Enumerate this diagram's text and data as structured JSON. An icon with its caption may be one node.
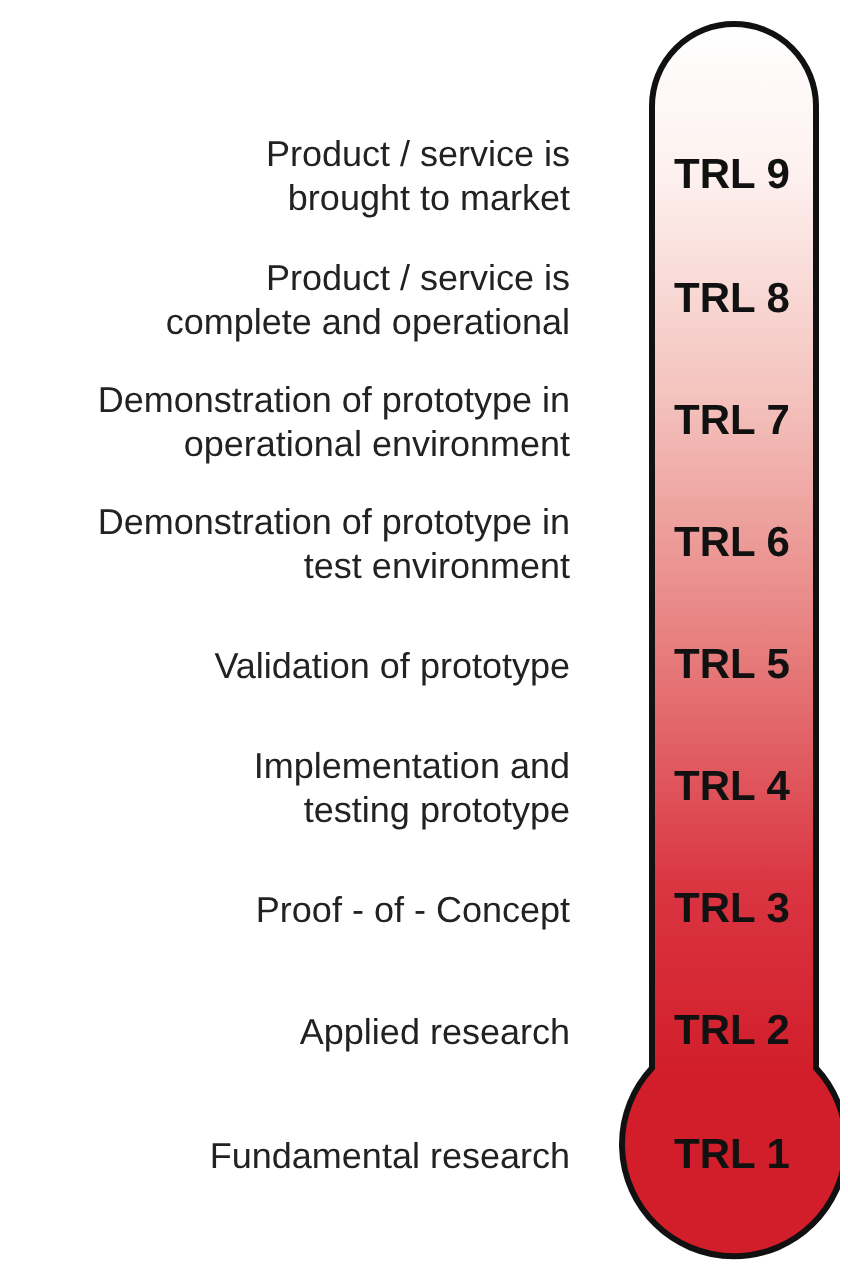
{
  "diagram": {
    "nodes": [
      {
        "text": [],
        "shape": "thermometer"
      },
      {
        "text": [
          "TRL 9"
        ],
        "beside": [
          "Product / service is brought to market"
        ],
        "in": 0
      },
      {
        "text": [
          "TRL 8"
        ],
        "beside": [
          "Product / service is complete and operational"
        ],
        "in": 0
      },
      {
        "text": [
          "TRL 7"
        ],
        "beside": [
          "Demonstration of prototype in operational environment"
        ],
        "in": 0
      },
      {
        "text": [
          "TRL 6"
        ],
        "beside": [
          "Demonstration of prototype in test environment"
        ],
        "in": 0
      },
      {
        "text": [
          "TRL 5"
        ],
        "beside": [
          "Validation of prototype"
        ],
        "in": 0
      },
      {
        "text": [
          "TRL 4"
        ],
        "beside": [
          "Implementation and testing prototype"
        ],
        "in": 0
      },
      {
        "text": [
          "TRL 3"
        ],
        "beside": [
          "Proof - of - Concept"
        ],
        "in": 0
      },
      {
        "text": [
          "TRL 2"
        ],
        "beside": [
          "Applied research"
        ],
        "in": 0
      },
      {
        "text": [
          "TRL 1"
        ],
        "beside": [
          "Fundamental research"
        ],
        "in": 0
      }
    ]
  }
}
